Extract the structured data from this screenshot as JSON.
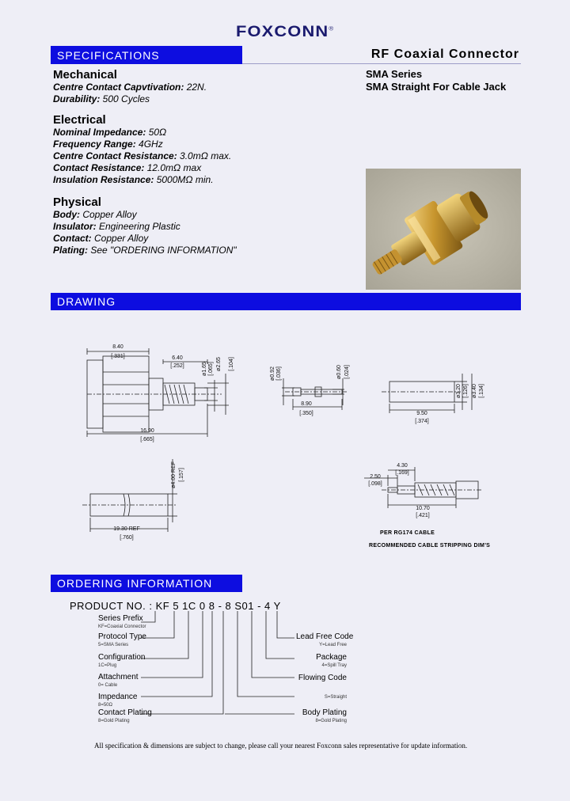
{
  "header": {
    "logo": "FOXCONN",
    "registered": "®"
  },
  "title": "RF Coaxial Connector",
  "series": [
    "SMA Series",
    "SMA Straight For Cable Jack"
  ],
  "sections": {
    "specifications": "SPECIFICATIONS",
    "drawing": "DRAWING",
    "ordering": "ORDERING  INFORMATION"
  },
  "mechanical": {
    "heading": "Mechanical",
    "items": [
      {
        "label": "Centre Contact Capvtivation:",
        "value": " 22N."
      },
      {
        "label": "Durability:",
        "value": " 500 Cycles"
      }
    ]
  },
  "electrical": {
    "heading": "Electrical",
    "items": [
      {
        "label": "Nominal Impedance:",
        "value": " 50Ω"
      },
      {
        "label": "Frequency Range:",
        "value": " 4GHz"
      },
      {
        "label": "Centre Contact Resistance:",
        "value": " 3.0mΩ max."
      },
      {
        "label": "Contact Resistance:",
        "value": " 12.0mΩ max"
      },
      {
        "label": "Insulation Resistance:",
        "value": " 5000MΩ min."
      }
    ]
  },
  "physical": {
    "heading": "Physical",
    "items": [
      {
        "label": "Body:",
        "value": " Copper Alloy"
      },
      {
        "label": "Insulator:",
        "value": " Engineering Plastic"
      },
      {
        "label": "Contact:",
        "value": " Copper Alloy"
      },
      {
        "label": "Plating:",
        "value": " See \"ORDERING INFORMATION\""
      }
    ]
  },
  "drawing": {
    "d1": [
      "8.40",
      "[.331]",
      "6.40",
      "[.252]",
      "ø1.65",
      "[.065]",
      "ø2.65",
      "[.104]",
      "16.90",
      "[.665]"
    ],
    "d2": [
      "ø0.92",
      "[.036]",
      "ø0.60",
      "[.024]",
      "8.90",
      "[.350]"
    ],
    "d3": [
      "ø3.20",
      "[.126]",
      "ø3.40",
      "[.134]",
      "9.50",
      "[.374]"
    ],
    "d4": [
      "ø4.00 REF",
      "[.157]",
      "19.30 REF",
      "[.760]"
    ],
    "d5": [
      "4.30",
      "[.169]",
      "2.50",
      "[.098]",
      "10.70",
      "[.421]"
    ],
    "caption1": "PER RG174 CABLE",
    "caption2": "RECOMMENDED CABLE STRIPPING DIM'S"
  },
  "ordering": {
    "product_no": "PRODUCT NO. : KF 5 1C 0 8 - 8 S01 - 4 Y",
    "left": [
      {
        "label": "Series Prefix",
        "desc": "KF=Coaxial Connector"
      },
      {
        "label": "Protocol Type",
        "desc": "5=SMA Series"
      },
      {
        "label": "Configuration",
        "desc": "1C=Plug"
      },
      {
        "label": "Attachment",
        "desc": "0= Cable"
      },
      {
        "label": "Impedance",
        "desc": "8=50Ω"
      },
      {
        "label": "Contact Plating",
        "desc": "8=Gold Plating"
      }
    ],
    "right": [
      {
        "label": "Lead Free Code",
        "desc": "Y=Lead Free"
      },
      {
        "label": "Package",
        "desc": "4=Spill Tray"
      },
      {
        "label": "Flowing Code",
        "desc": ""
      },
      {
        "label": "",
        "desc": "S=Straight"
      },
      {
        "label": "Body Plating",
        "desc": "8=Gold Plating"
      }
    ]
  },
  "footer": "All specification & dimensions are subject to change, please call your nearest Foxconn sales representative for update information.",
  "colors": {
    "bar": "#0d0de0",
    "background": "#eeeef6",
    "gold": "#c8a040"
  }
}
